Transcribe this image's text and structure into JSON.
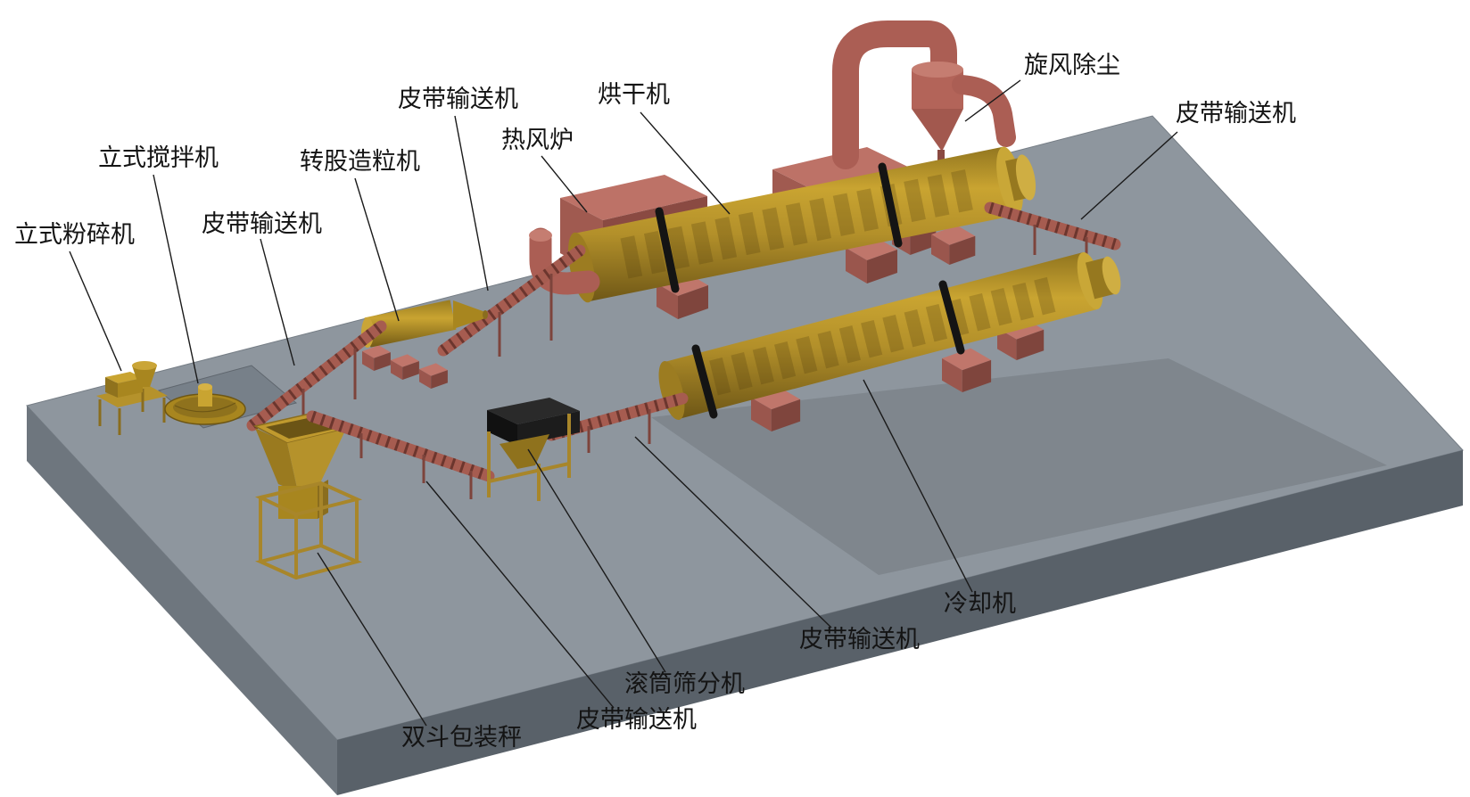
{
  "diagram": {
    "kind": "fertilizer-production-line-3d-layout",
    "labels": [
      {
        "id": "vertical-crusher",
        "text": "立式粉碎机"
      },
      {
        "id": "vertical-mixer",
        "text": "立式搅拌机"
      },
      {
        "id": "belt-conveyor-mixer-to-granulator",
        "text": "皮带输送机"
      },
      {
        "id": "rotary-drum-granulator",
        "text": "转股造粒机"
      },
      {
        "id": "belt-conveyor-granulator-to-dryer",
        "text": "皮带输送机"
      },
      {
        "id": "hot-blast-stove",
        "text": "热风炉"
      },
      {
        "id": "dryer",
        "text": "烘干机"
      },
      {
        "id": "cyclone-dust-collector",
        "text": "旋风除尘"
      },
      {
        "id": "belt-conveyor-dryer-discharge",
        "text": "皮带输送机"
      },
      {
        "id": "cooler",
        "text": "冷却机"
      },
      {
        "id": "belt-conveyor-cooler",
        "text": "皮带输送机"
      },
      {
        "id": "drum-screener",
        "text": "滚筒筛分机"
      },
      {
        "id": "belt-conveyor-screener",
        "text": "皮带输送机"
      },
      {
        "id": "double-hopper-packing-scale",
        "text": "双斗包装秤"
      }
    ],
    "colors": {
      "background": "#ffffff",
      "platform_top": "#8e969e",
      "platform_side_left": "#6e767e",
      "platform_side_front": "#596169",
      "pit": "#778089",
      "machine_yellow": "#b5922b",
      "machine_yellow_dark": "#8a6d1e",
      "machine_red": "#b06156",
      "machine_red_dark": "#8e4a41",
      "ring_black": "#141414",
      "label_text": "#141414"
    }
  }
}
